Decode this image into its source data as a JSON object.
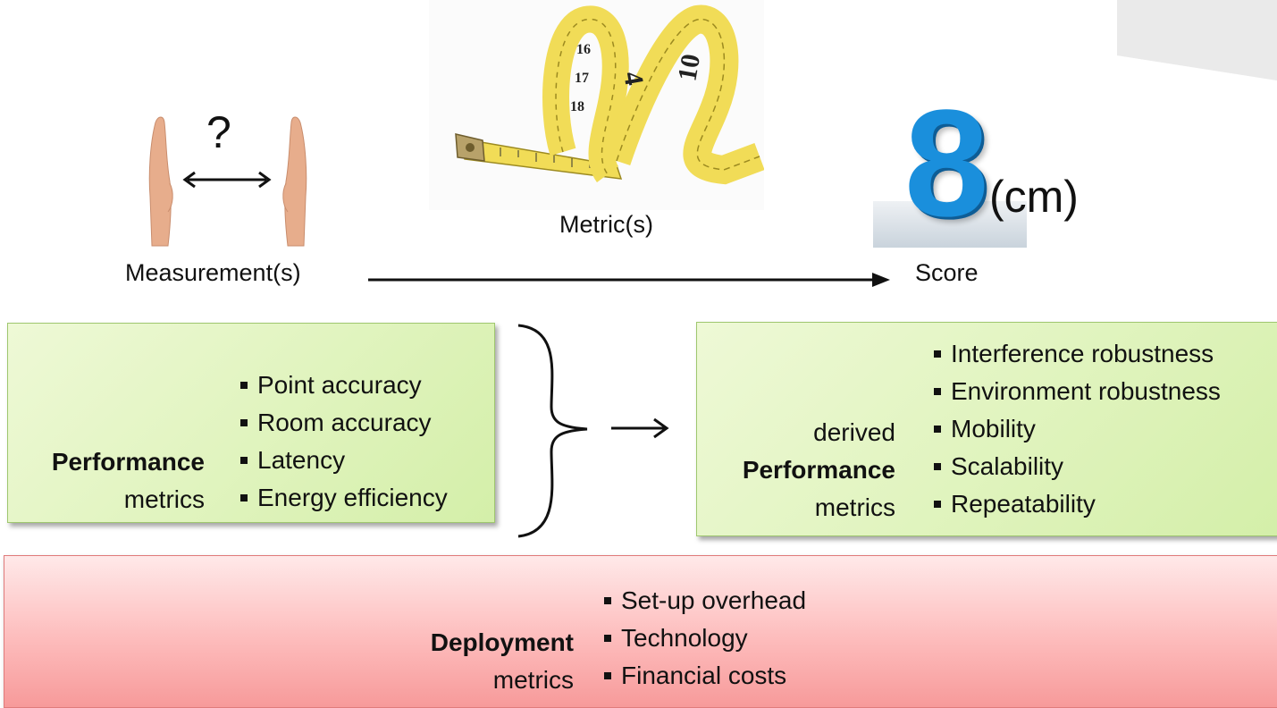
{
  "flow": {
    "measurement_label": "Measurement(s)",
    "question_mark": "?",
    "metric_label": "Metric(s)",
    "score_label": "Score",
    "score_value": "8",
    "score_unit": "(cm)"
  },
  "performance_box": {
    "title_bold": "Performance",
    "title_rest": "metrics",
    "items": [
      "Point accuracy",
      "Room accuracy",
      "Latency",
      "Energy efficiency"
    ]
  },
  "derived_box": {
    "title_prefix": "derived",
    "title_bold": "Performance",
    "title_rest": "metrics",
    "items": [
      "Interference robustness",
      "Environment robustness",
      "Mobility",
      "Scalability",
      "Repeatability"
    ]
  },
  "deployment_box": {
    "title_bold": "Deployment",
    "title_rest": "metrics",
    "items": [
      "Set-up overhead",
      "Technology",
      "Financial costs"
    ]
  },
  "colors": {
    "green_box": "#d4efa9",
    "red_box": "#fdbcbc",
    "score_blue": "#1a8fdc",
    "tape_yellow": "#f1dc57"
  },
  "icons": [
    "hands-icon",
    "double-arrow-icon",
    "measuring-tape-icon",
    "brace-icon",
    "arrow-right-icon"
  ]
}
